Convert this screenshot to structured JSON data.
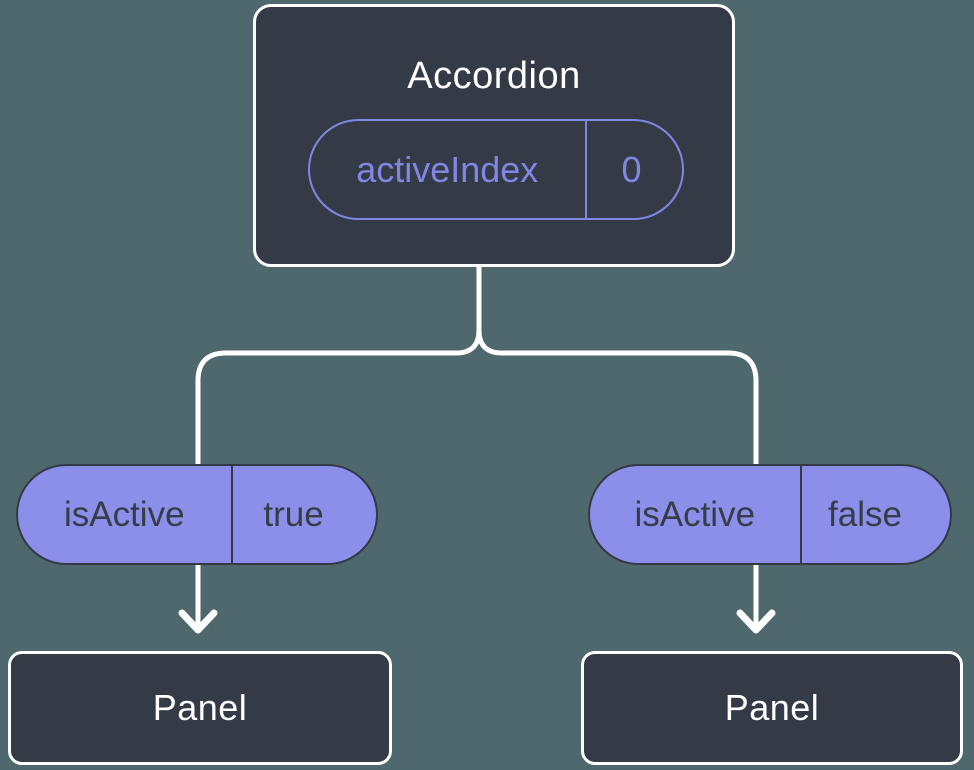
{
  "colors": {
    "background": "#4f686e",
    "node_fill": "#343b47",
    "node_border": "#ffffff",
    "accent_purple": "#8186e5",
    "pill_fill": "#8b8fe9",
    "pill_border": "#333a46",
    "pill_text": "#363c48",
    "connector": "#ffffff",
    "title_text": "#ffffff"
  },
  "diagram": {
    "root": {
      "title": "Accordion",
      "state": {
        "name": "activeIndex",
        "value": "0"
      }
    },
    "branches": [
      {
        "prop": {
          "name": "isActive",
          "value": "true"
        },
        "child": {
          "title": "Panel"
        }
      },
      {
        "prop": {
          "name": "isActive",
          "value": "false"
        },
        "child": {
          "title": "Panel"
        }
      }
    ]
  }
}
